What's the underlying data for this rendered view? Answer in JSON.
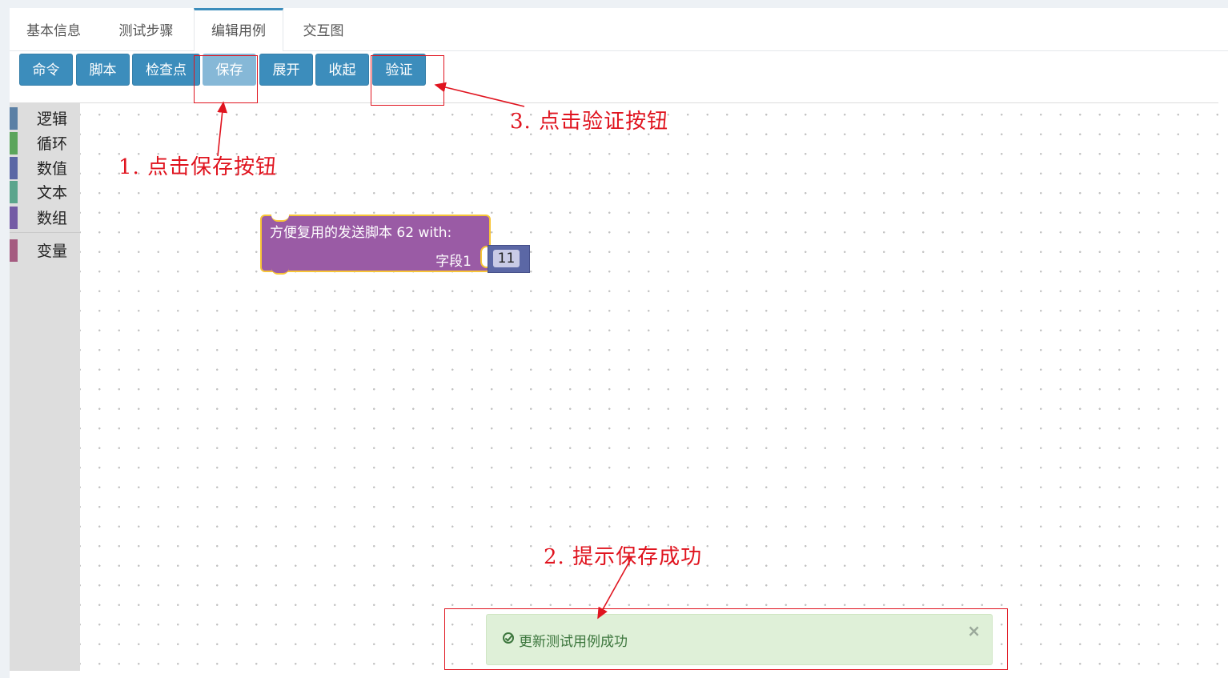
{
  "tabs": [
    {
      "label": "基本信息"
    },
    {
      "label": "测试步骤"
    },
    {
      "label": "编辑用例"
    },
    {
      "label": "交互图"
    }
  ],
  "active_tab": "编辑用例",
  "toolbar": {
    "command": "命令",
    "script": "脚本",
    "checkpoint": "检查点",
    "save": "保存",
    "expand": "展开",
    "collapse": "收起",
    "verify": "验证"
  },
  "toolbox": {
    "categories": [
      {
        "label": "逻辑",
        "color": "#5b80a5"
      },
      {
        "label": "循环",
        "color": "#5ba55b"
      },
      {
        "label": "数值",
        "color": "#5b67a5"
      },
      {
        "label": "文本",
        "color": "#5ba58c"
      },
      {
        "label": "数组",
        "color": "#745ba5"
      },
      {
        "label": "变量",
        "color": "#a55b80"
      }
    ]
  },
  "block": {
    "title": "方便复用的发送脚本  62   with:",
    "field_label": "字段1",
    "field_value": "11",
    "color": "#9a5ba5"
  },
  "alert": {
    "message": "更新测试用例成功",
    "close": "×"
  },
  "annotations": {
    "step1": "1. 点击保存按钮",
    "step2": "2. 提示保存成功",
    "step3": "3. 点击验证按钮",
    "color": "#e0141f"
  }
}
